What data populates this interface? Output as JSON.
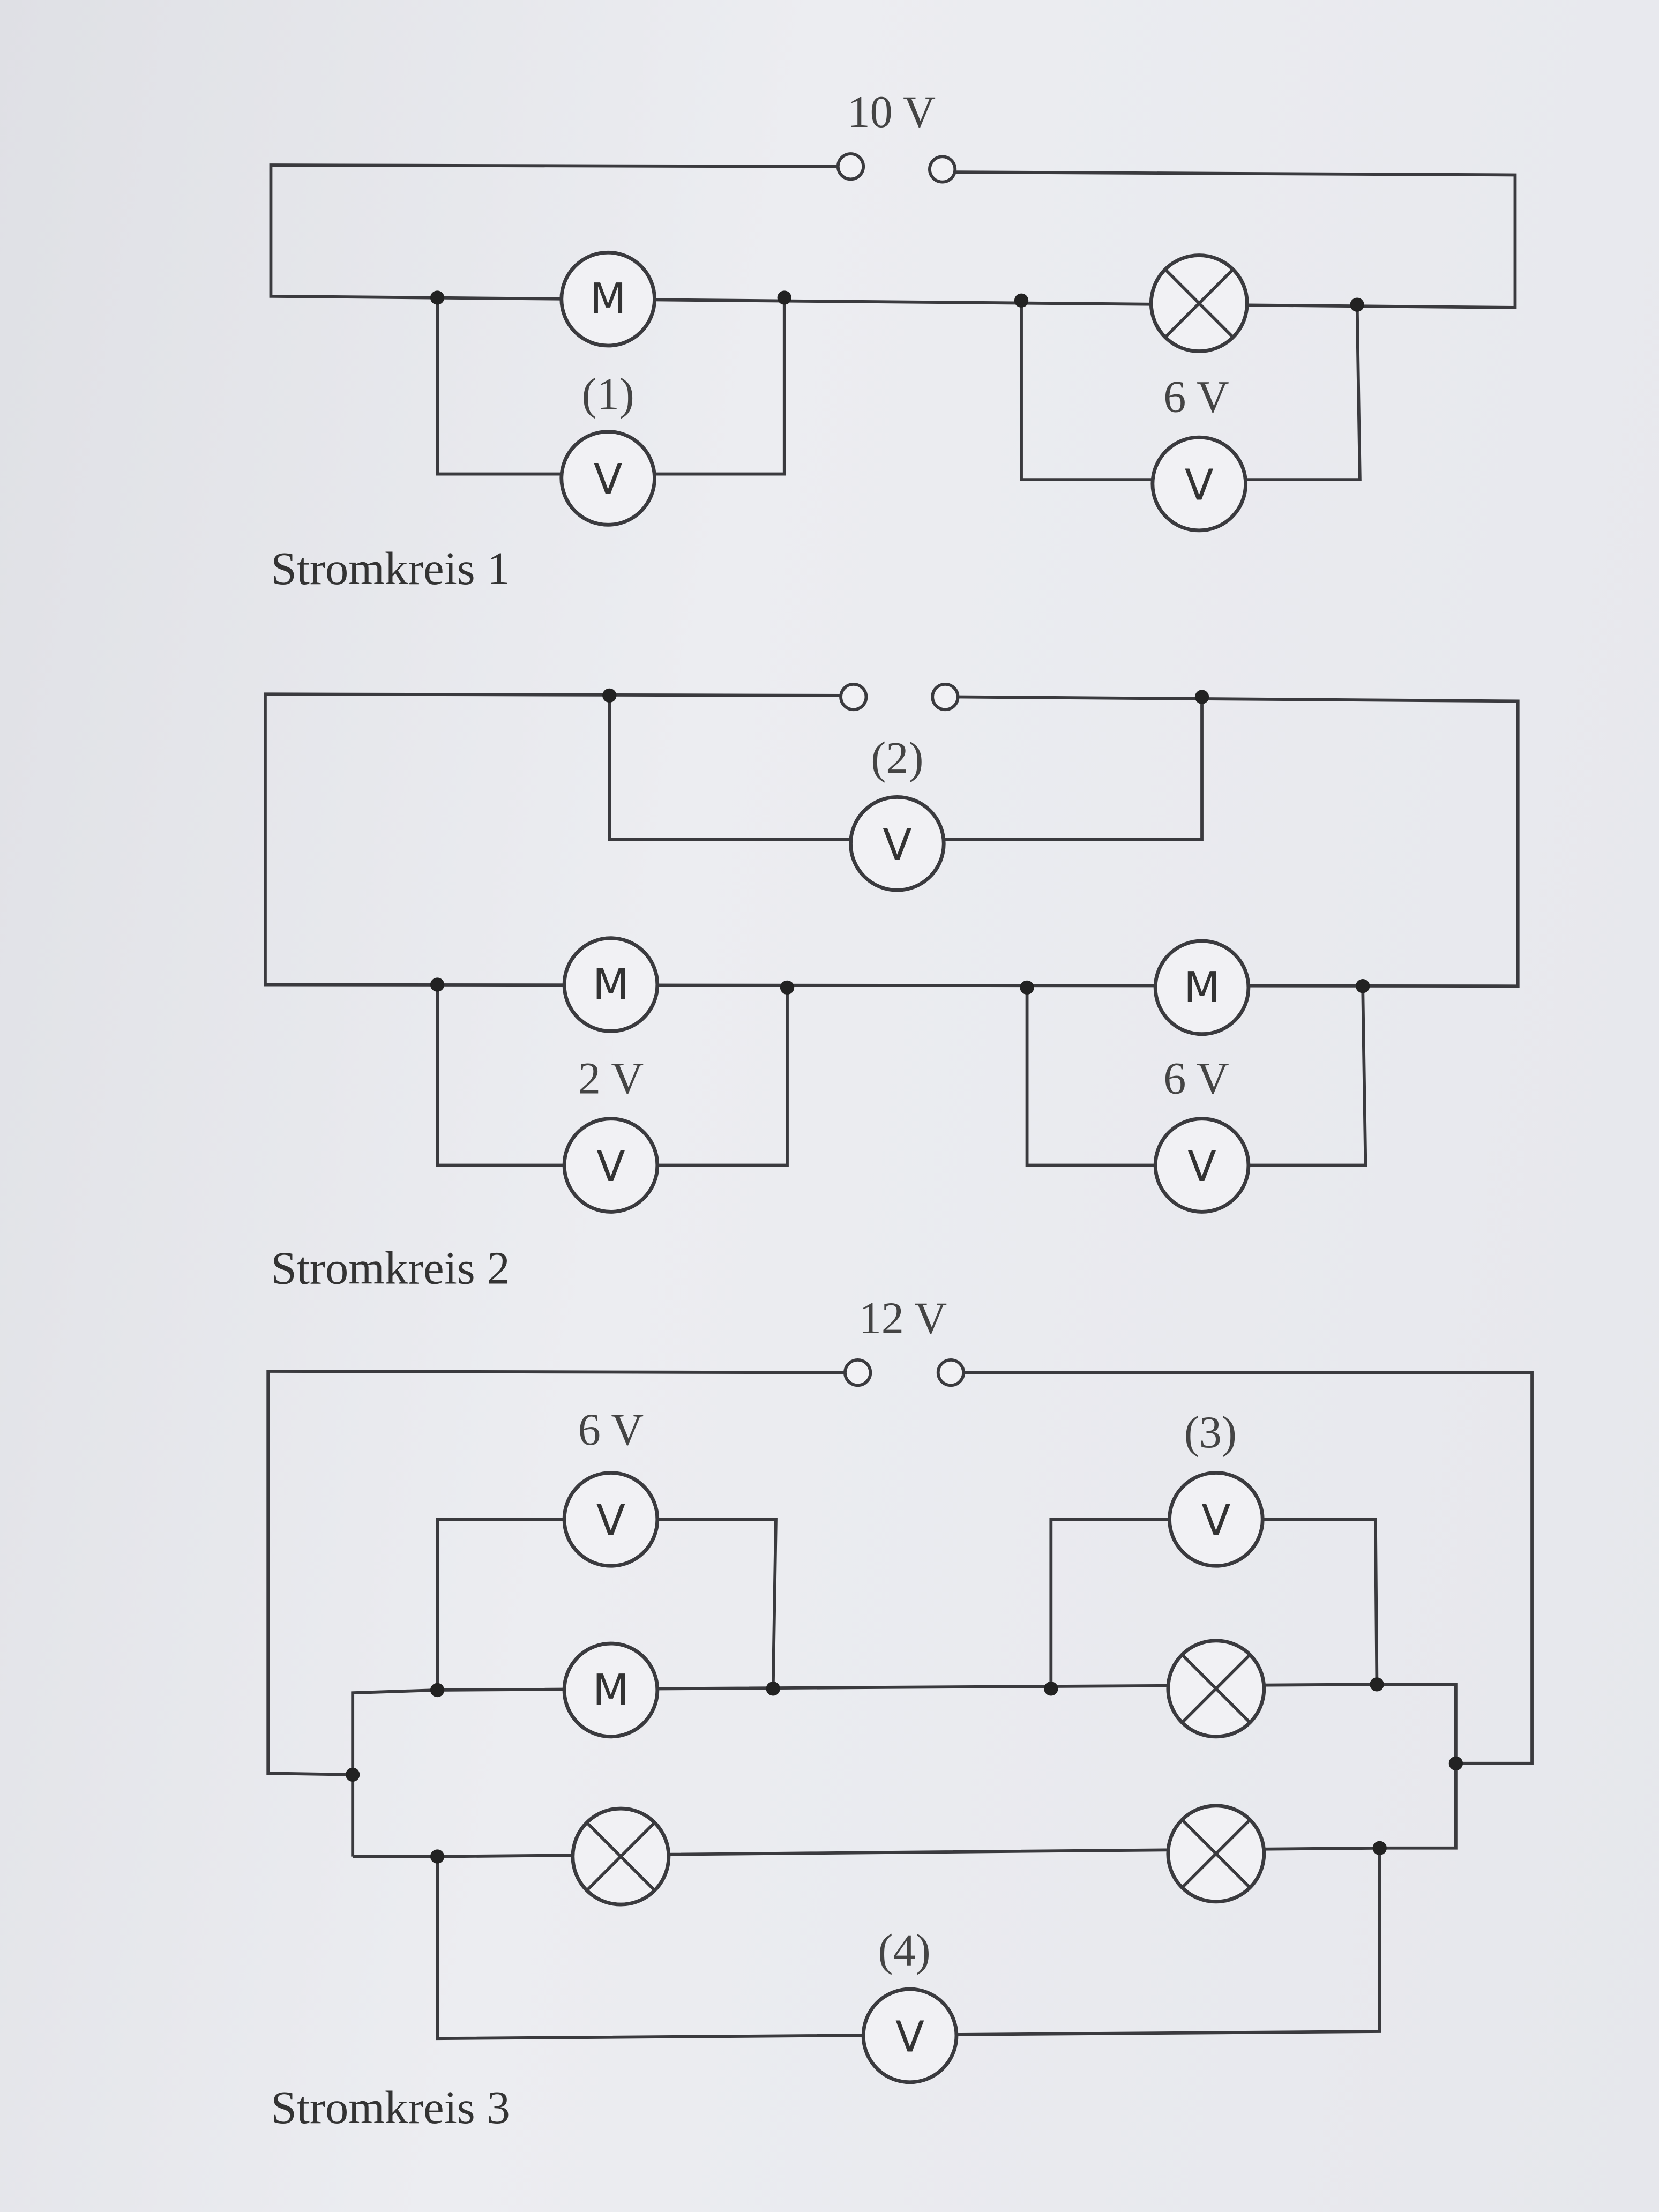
{
  "symbols": {
    "motor": "M",
    "voltmeter": "V"
  },
  "circuit1": {
    "title": "Stromkreis 1",
    "source": "10 V",
    "vm_motor": "(1)",
    "vm_lamp": "6 V"
  },
  "circuit2": {
    "title": "Stromkreis 2",
    "vm_source": "(2)",
    "vm_motor1": "2 V",
    "vm_motor2": "6 V"
  },
  "circuit3": {
    "title": "Stromkreis 3",
    "source": "12 V",
    "vm_motor": "6 V",
    "vm_lamp_upper": "(3)",
    "vm_lower": "(4)"
  }
}
